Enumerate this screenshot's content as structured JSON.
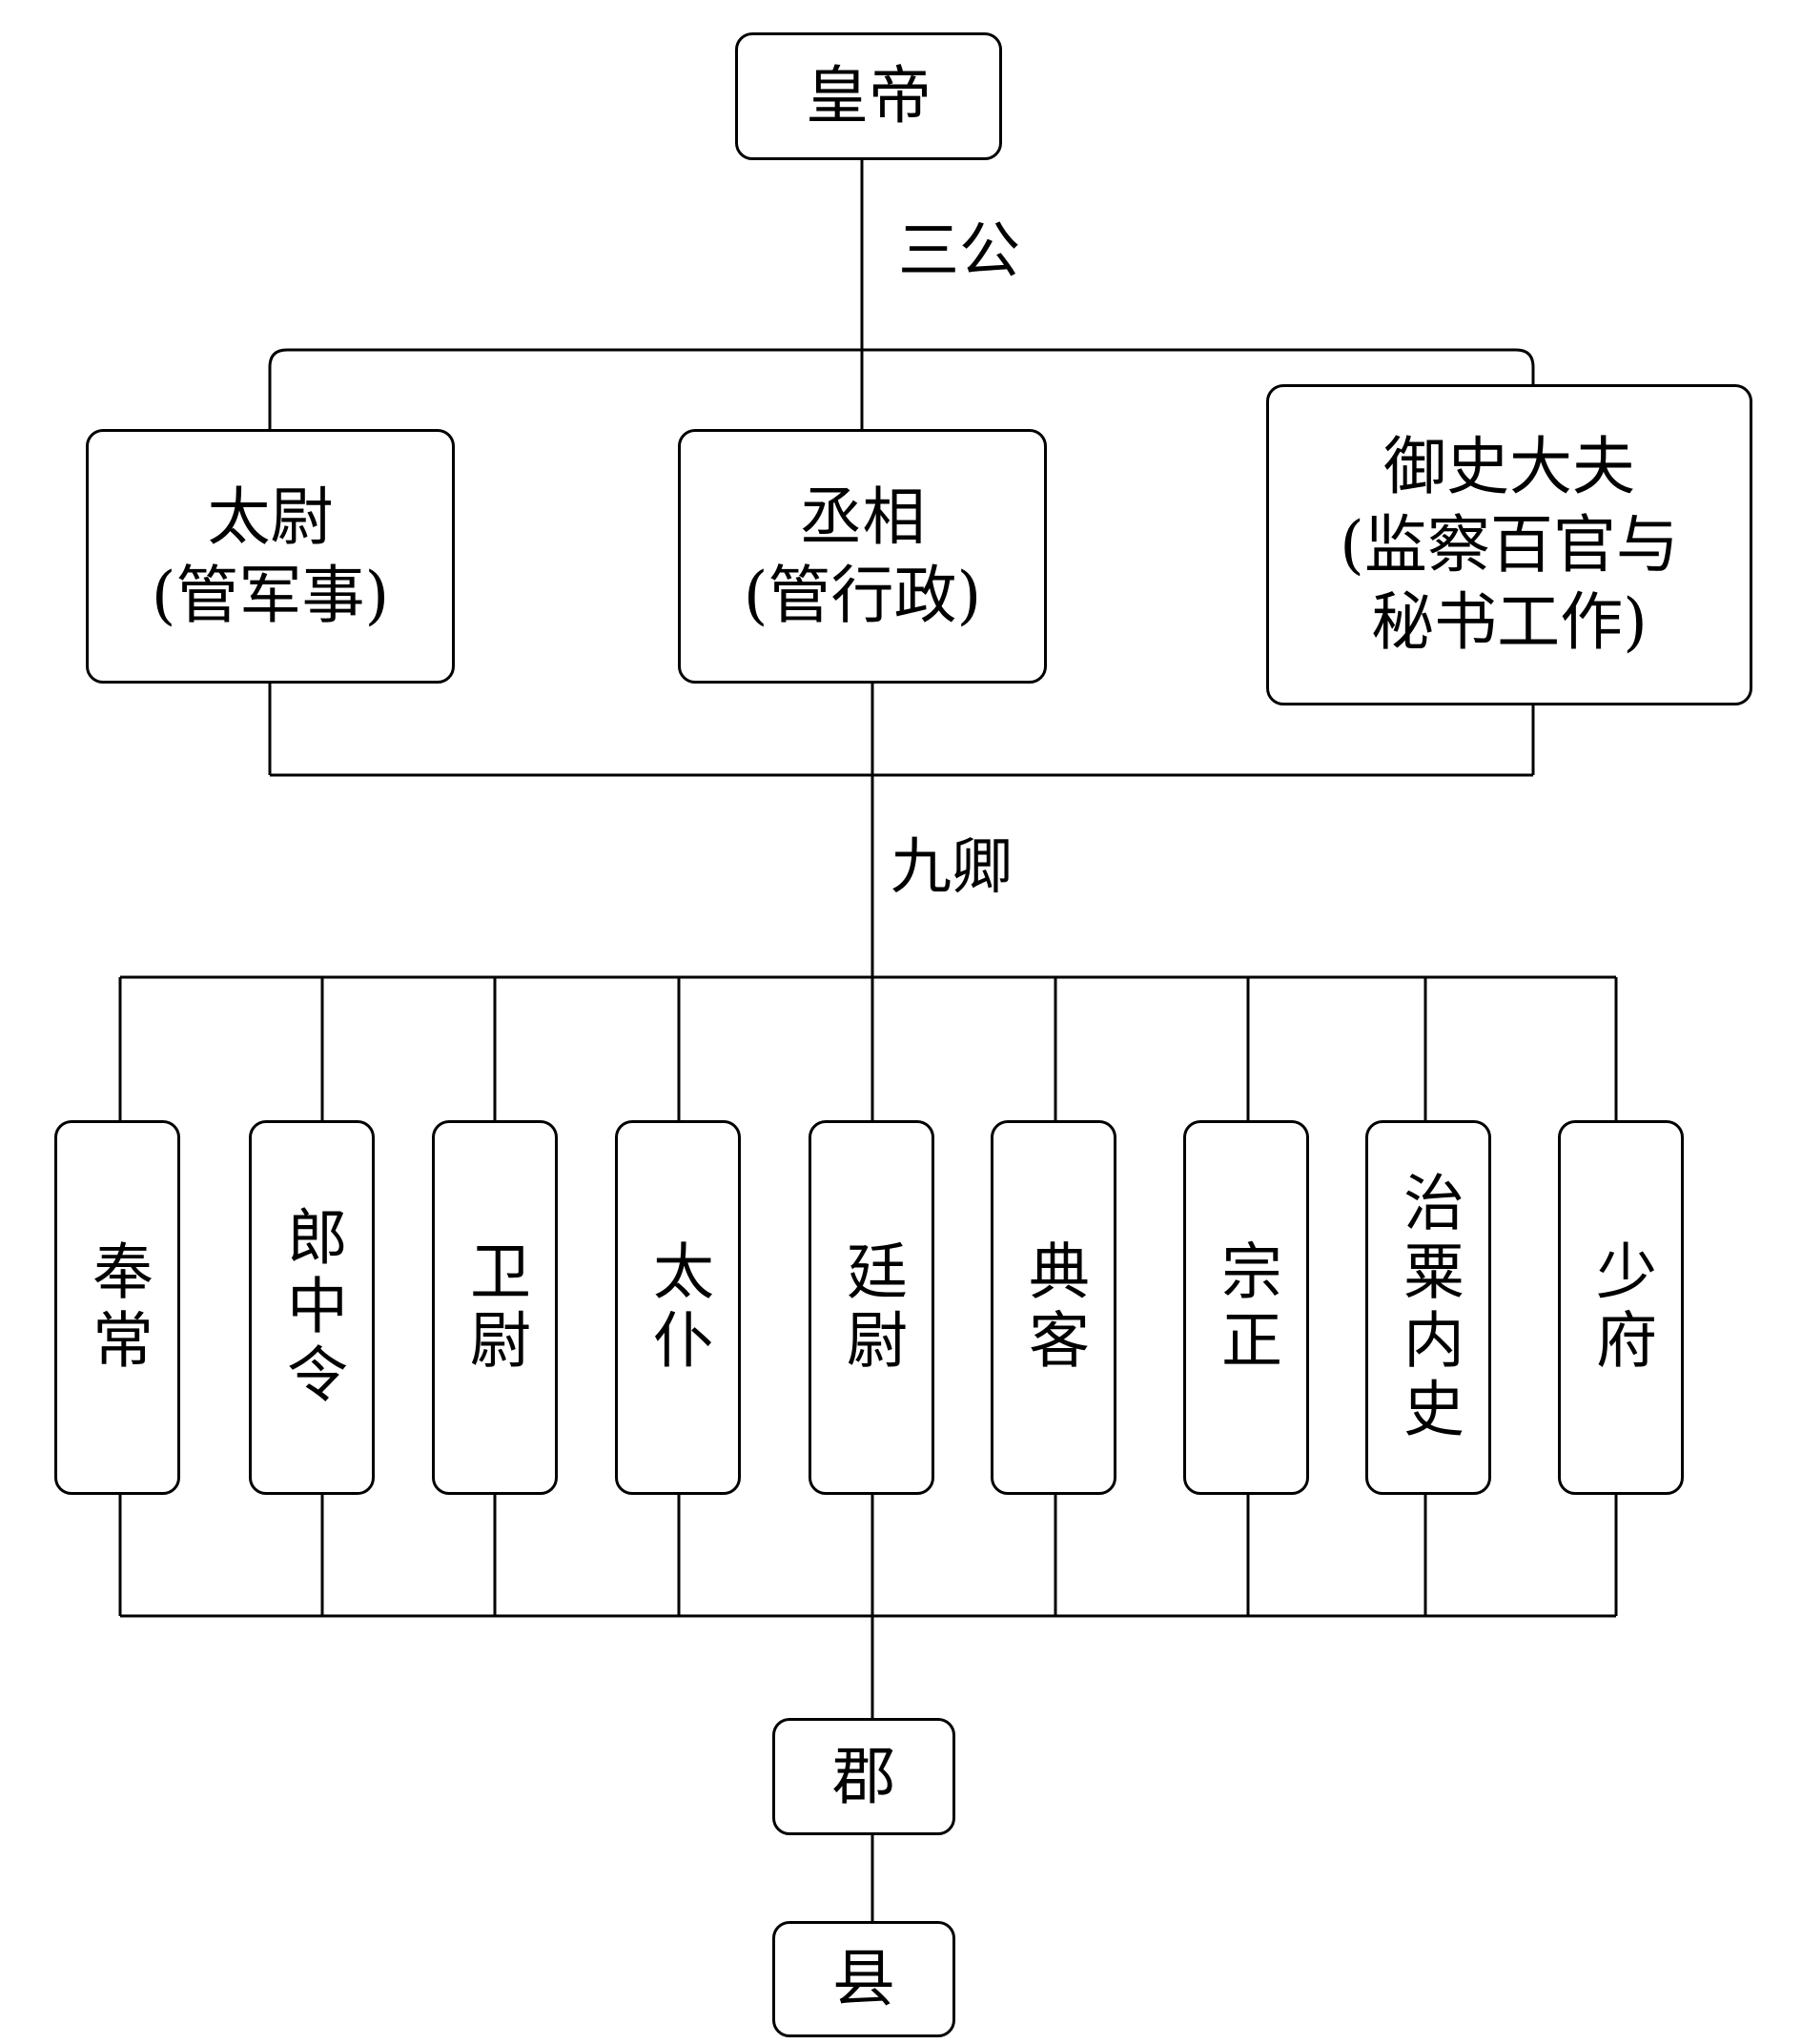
{
  "emperor": "皇帝",
  "sangong": {
    "label": "三公",
    "officials": [
      {
        "name": "太尉\n(管军事)"
      },
      {
        "name": "丞相\n(管行政)"
      },
      {
        "name": "御史大夫\n(监察百官与\n秘书工作)"
      }
    ]
  },
  "jiuqing": {
    "label": "九卿",
    "officials": [
      "奉常",
      "郎中令",
      "卫尉",
      "太仆",
      "廷尉",
      "典客",
      "宗正",
      "治粟内史",
      "少府"
    ]
  },
  "local": {
    "commandery": "郡",
    "county": "县"
  }
}
